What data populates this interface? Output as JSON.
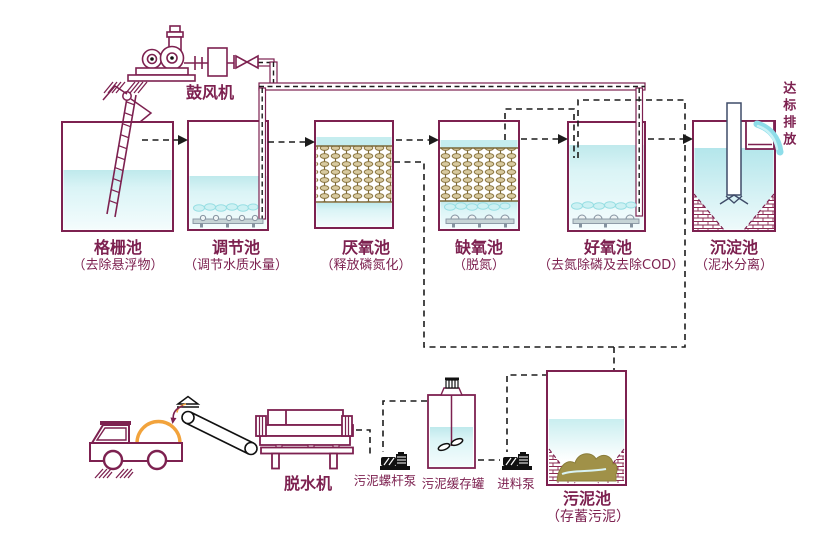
{
  "colors": {
    "outline": "#7d2150",
    "dash_line": "#1c1c1c",
    "water_top": "#bfe9ec",
    "water_bottom": "#f4fcfd",
    "media_olive": "#8a7540",
    "sludge_olive": "#a09148",
    "orange": "#f2a33c",
    "effluent_swoosh": "#8edde9",
    "clarifier_pipe": "#3f4b68"
  },
  "blower": {
    "label": "鼓风机"
  },
  "stages": [
    {
      "name": "格栅池",
      "subtitle": "（去除悬浮物）"
    },
    {
      "name": "调节池",
      "subtitle": "（调节水质水量）"
    },
    {
      "name": "厌氧池",
      "subtitle": "（释放磷氮化）"
    },
    {
      "name": "缺氧池",
      "subtitle": "（脱氮）"
    },
    {
      "name": "好氧池",
      "subtitle": "（去氮除磷及去除COD）"
    },
    {
      "name": "沉淀池",
      "subtitle": "（泥水分离）"
    }
  ],
  "discharge": {
    "label": "达标排放"
  },
  "sludge_section": {
    "dewaterer": "脱水机",
    "screw_pump": "污泥螺杆泵",
    "buffer_tank": "污泥缓存罐",
    "feed_pump": "进料泵",
    "sludge_pool": {
      "name": "污泥池",
      "subtitle": "（存蓄污泥）"
    }
  }
}
